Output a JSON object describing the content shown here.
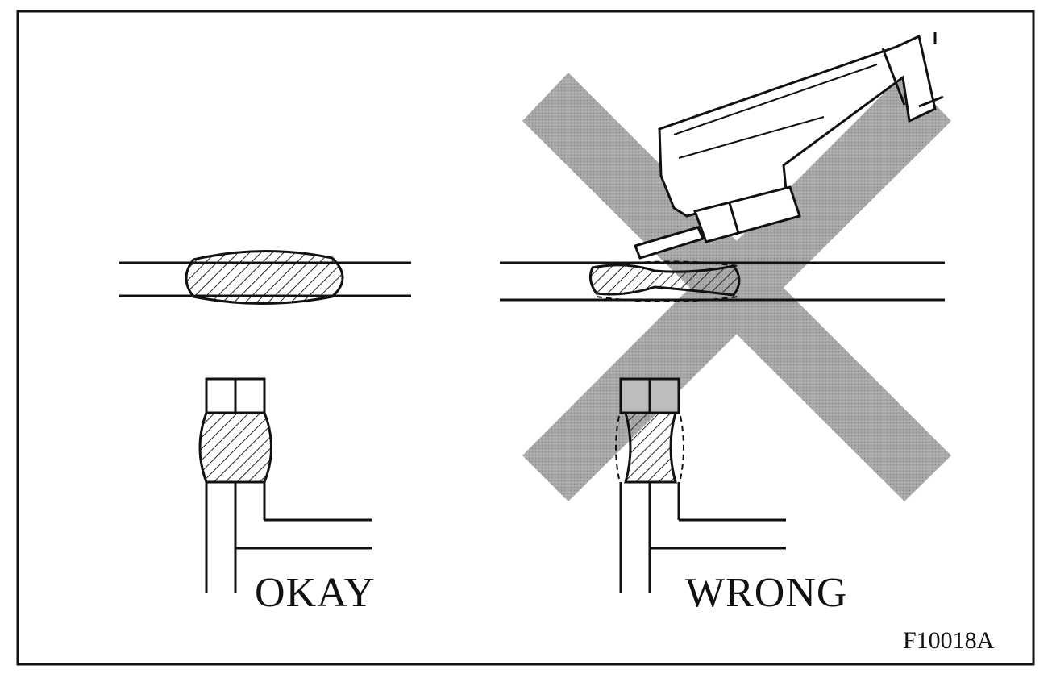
{
  "figure": {
    "labels": {
      "okay": "OKAY",
      "wrong": "WRONG",
      "figure_code": "F10018A"
    },
    "colors": {
      "ink": "#111111",
      "background": "#ffffff",
      "cross_mark": "#9a9a9a",
      "hatch": "#222222"
    },
    "icons": [
      "soldering-iron-icon",
      "wrong-cross-icon"
    ]
  }
}
